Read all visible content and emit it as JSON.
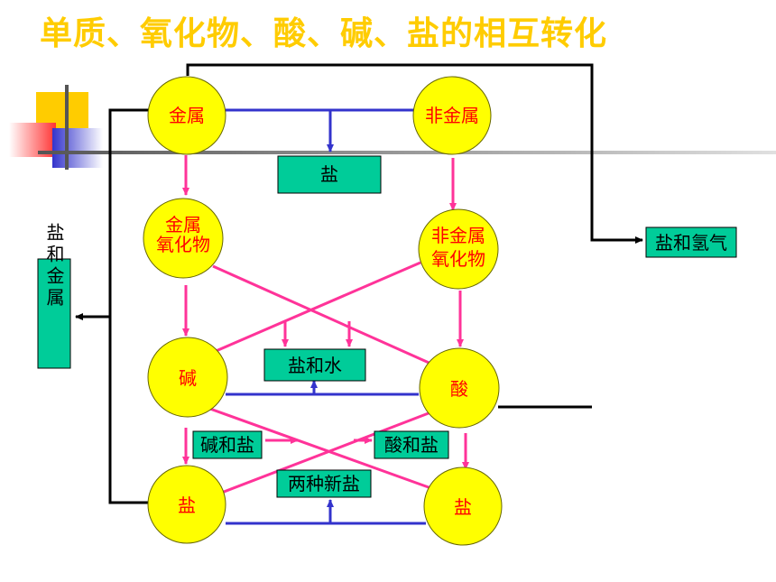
{
  "title": "单质、氧化物、酸、碱、盐的相互转化",
  "nodes": {
    "metal": "金属",
    "nonmetal": "非金属",
    "metal_oxide_line1": "金属",
    "metal_oxide_line2": "氧化物",
    "nonmetal_oxide_line1": "非金属",
    "nonmetal_oxide_line2": "氧化物",
    "base": "碱",
    "acid": "酸",
    "salt_left": "盐",
    "salt_right": "盐"
  },
  "boxes": {
    "salt_top": "盐",
    "salt_and_hydrogen": "盐和氢气",
    "salt_and_metal": "盐和金属",
    "salt_and_water": "盐和水",
    "base_and_salt": "碱和盐",
    "acid_and_salt": "酸和盐",
    "two_new_salts": "两种新盐"
  },
  "colors": {
    "title": "#FFCC00",
    "node_fill": "#FFFF00",
    "node_text": "#FF0000",
    "box_fill": "#00CC99",
    "blue_line": "#3333CC",
    "pink_arrow": "#FF3399",
    "black_line": "#000000"
  }
}
